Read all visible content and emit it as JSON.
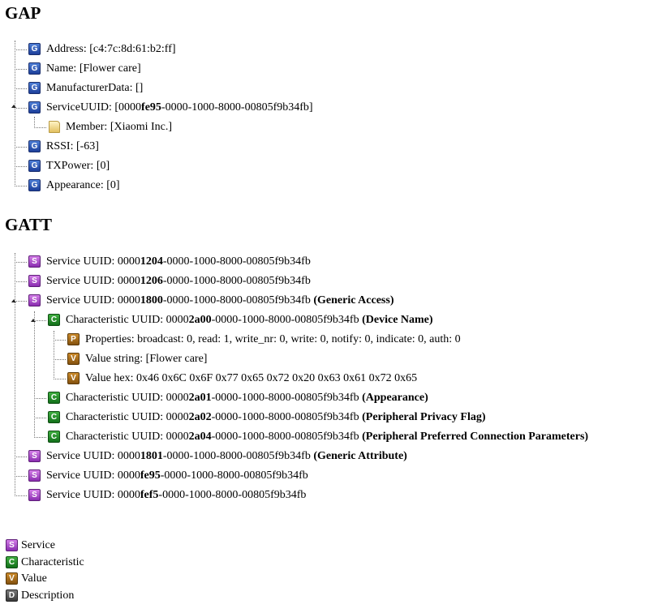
{
  "gap": {
    "title": "GAP",
    "items": [
      {
        "icon": "G",
        "label": "Address: [c4:7c:8d:61:b2:ff]"
      },
      {
        "icon": "G",
        "label": "Name: [Flower care]"
      },
      {
        "icon": "G",
        "label": "ManufacturerData: []"
      },
      {
        "icon": "G",
        "label_pre": "ServiceUUID: [0000",
        "label_bold": "fe95",
        "label_post": "-0000-1000-8000-00805f9b34fb]",
        "expanded": true
      },
      {
        "icon": "M",
        "label": "Member: [Xiaomi Inc.]",
        "child": true
      },
      {
        "icon": "G",
        "label": "RSSI: [-63]"
      },
      {
        "icon": "G",
        "label": "TXPower: [0]"
      },
      {
        "icon": "G",
        "label": "Appearance: [0]"
      }
    ]
  },
  "gatt": {
    "title": "GATT",
    "services": [
      {
        "pre": "Service UUID: 0000",
        "bold": "1204",
        "post": "-0000-1000-8000-00805f9b34fb",
        "name": ""
      },
      {
        "pre": "Service UUID: 0000",
        "bold": "1206",
        "post": "-0000-1000-8000-00805f9b34fb",
        "name": ""
      },
      {
        "pre": "Service UUID: 0000",
        "bold": "1800",
        "post": "-0000-1000-8000-00805f9b34fb",
        "name": "(Generic Access)"
      },
      {
        "pre": "Characteristic UUID: 0000",
        "bold": "2a00",
        "post": "-0000-1000-8000-00805f9b34fb",
        "name": "(Device Name)"
      },
      {
        "pre": "Properties: broadcast: 0, read: 1, write_nr: 0, write: 0, notify: 0, indicate: 0, auth: 0",
        "bold": "",
        "post": "",
        "name": ""
      },
      {
        "pre": "Value string: [Flower care]",
        "bold": "",
        "post": "",
        "name": ""
      },
      {
        "pre": "Value hex: 0x46 0x6C 0x6F 0x77 0x65 0x72 0x20 0x63 0x61 0x72 0x65",
        "bold": "",
        "post": "",
        "name": ""
      },
      {
        "pre": "Characteristic UUID: 0000",
        "bold": "2a01",
        "post": "-0000-1000-8000-00805f9b34fb",
        "name": "(Appearance)"
      },
      {
        "pre": "Characteristic UUID: 0000",
        "bold": "2a02",
        "post": "-0000-1000-8000-00805f9b34fb",
        "name": "(Peripheral Privacy Flag)"
      },
      {
        "pre": "Characteristic UUID: 0000",
        "bold": "2a04",
        "post": "-0000-1000-8000-00805f9b34fb",
        "name": "(Peripheral Preferred Connection Parameters)"
      },
      {
        "pre": "Service UUID: 0000",
        "bold": "1801",
        "post": "-0000-1000-8000-00805f9b34fb",
        "name": "(Generic Attribute)"
      },
      {
        "pre": "Service UUID: 0000",
        "bold": "fe95",
        "post": "-0000-1000-8000-00805f9b34fb",
        "name": ""
      },
      {
        "pre": "Service UUID: 0000",
        "bold": "fef5",
        "post": "-0000-1000-8000-00805f9b34fb",
        "name": ""
      }
    ]
  },
  "legend": {
    "service": {
      "icon": "S",
      "label": "Service"
    },
    "characteristic": {
      "icon": "C",
      "label": "Characteristic"
    },
    "value": {
      "icon": "V",
      "label": "Value"
    },
    "description": {
      "icon": "D",
      "label": "Description"
    }
  },
  "icons": {
    "G": "gap-property-icon",
    "M": "member-note-icon",
    "S": "service-icon",
    "C": "characteristic-icon",
    "P": "properties-icon",
    "V": "value-icon",
    "D": "description-icon"
  }
}
